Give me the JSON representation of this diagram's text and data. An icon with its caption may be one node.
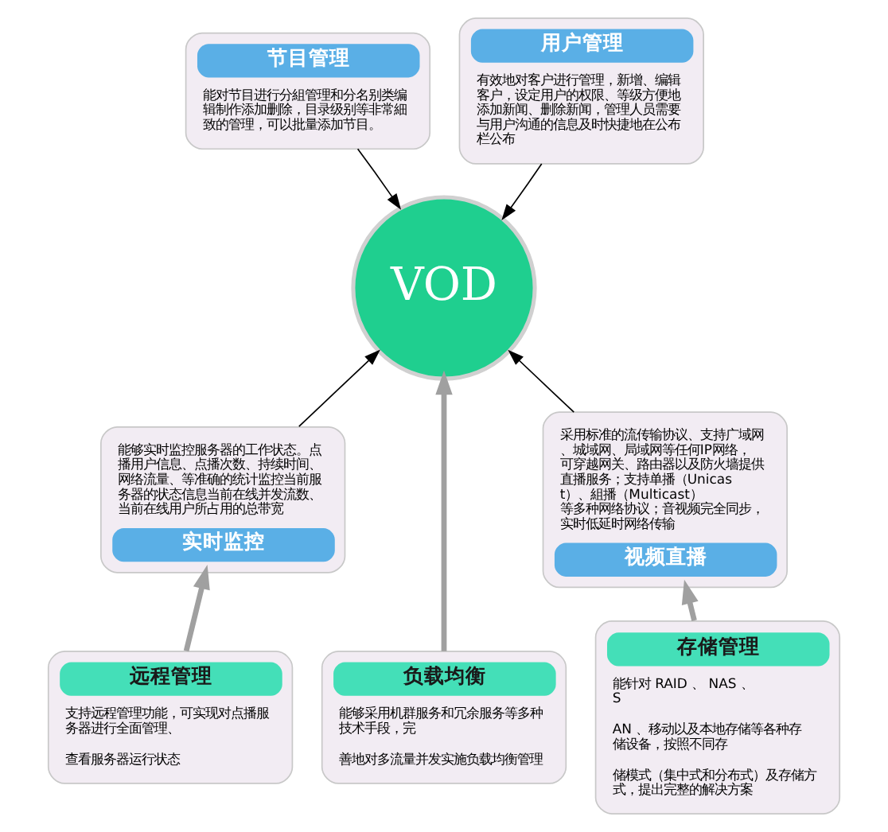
{
  "diagram": {
    "nodes": [
      {
        "text": [
          "节目管理",
          "能对节目进行分組管理和分名别类编辑制作添加删除，目录级别等非常細致的管理，可以批量添加节目。"
        ]
      },
      {
        "text": [
          "用户管理",
          "有效地对客户进行管理，新增、编辑客户，设定用户的权限、等级方便地添加新闻、删除新闻，管理人员需要与用户沟通的信息及时快捷地在公布栏公布"
        ]
      },
      {
        "text": [
          "VOD"
        ]
      },
      {
        "text": [
          "能够实时监控服务器的工作状态。点播用户信息、点播次数、持续时间、网络流量、等准确的统计监控当前服务器的状态信息当前在线并发流数、当前在线用户所占用的总带宽",
          "实时监控"
        ]
      },
      {
        "text": [
          "采用标准的流传输协议、支持广域网、城域网、局域网等任何IP网络，可穿越网关、路由器以及防火墙提供直播服务；支持单播（Unicast）、組播（Multicast）等多种网络协议；音视频完全同步，实时低延时网络传输",
          "视频直播"
        ]
      },
      {
        "text": [
          "远程管理",
          "支持远程管理功能，可实现对点播服务器进行全面管理、",
          "查看服务器运行状态"
        ]
      },
      {
        "text": [
          "负载均衡",
          "能够采用机群服务和冗余服务等多种技术手段，完",
          "善地对多流量并发实施负载均衡管理"
        ]
      },
      {
        "text": [
          "存储管理",
          "能针对 RAID 、 NAS 、 S",
          "AN 、移动以及本地存储等各种存储设备，按照不同存",
          "储模式（集中式和分布式）及存储方式，提出完整的解决方案"
        ]
      }
    ],
    "edges": [
      {
        "from": 0,
        "to": 2,
        "arrow": "to"
      },
      {
        "from": 1,
        "to": 2,
        "arrow": "to"
      },
      {
        "from": 3,
        "to": 2,
        "arrow": "to"
      },
      {
        "from": 4,
        "to": 2,
        "arrow": "to"
      },
      {
        "from": 5,
        "to": 3,
        "arrow": "to",
        "style": "thick",
        "color": "#a0a0a0"
      },
      {
        "from": 6,
        "to": 2,
        "arrow": "to",
        "style": "thick",
        "color": "#a0a0a0"
      },
      {
        "from": 7,
        "to": 4,
        "arrow": "to",
        "style": "thick",
        "color": "#a0a0a0"
      }
    ]
  }
}
